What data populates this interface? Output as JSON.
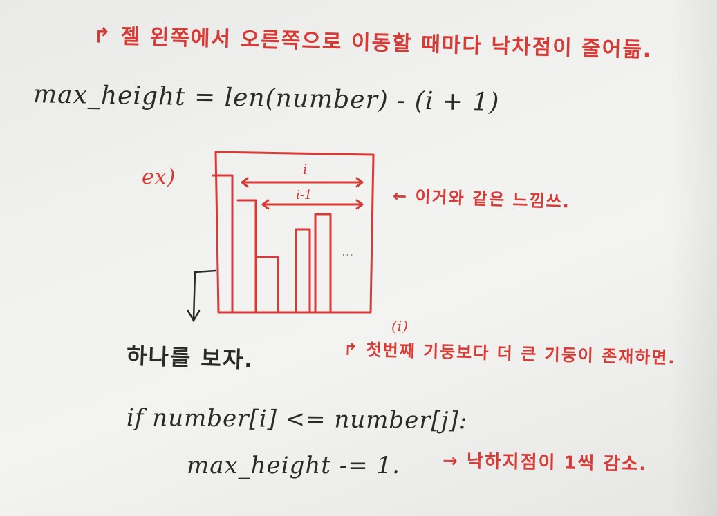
{
  "notes": {
    "top_note": "↱ 젤 왼쪽에서 오른쪽으로 이동할 때마다 낙차점이 줄어듦.",
    "formula": "max_height = len(number) - (i + 1)",
    "example_label": "ex)",
    "diagram_label_i": "i",
    "diagram_label_i_minus_1": "i-1",
    "diagram_ellipsis": "...",
    "feel_note": "← 이거와 같은 느낌쓰.",
    "look_one": "하나를 보자.",
    "i_mark": "(i)",
    "first_pillar_note": "↱ 첫번째 기둥보다 더 큰 기둥이 존재하면.",
    "if_line": "if number[i] <= number[j]:",
    "decrement_line": "max_height -= 1.",
    "decrement_note": "→ 낙하지점이 1씩 감소."
  },
  "colors": {
    "red_ink": "#d83a35",
    "black_ink": "#2a2a2a",
    "paper": "#f1f1ef"
  }
}
